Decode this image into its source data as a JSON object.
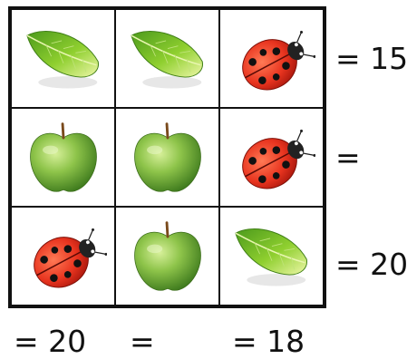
{
  "grid": {
    "cells": [
      [
        "leaf-icon",
        "leaf-icon",
        "ladybug-icon"
      ],
      [
        "apple-icon",
        "apple-icon",
        "ladybug-icon"
      ],
      [
        "ladybug-icon",
        "apple-icon",
        "leaf-icon"
      ]
    ]
  },
  "row_sums": [
    "= 15",
    "=",
    "= 20"
  ],
  "col_sums": [
    "= 20",
    "=",
    "= 18"
  ],
  "colors": {
    "leaf": "#8fcf2f",
    "apple": "#8ec44a",
    "ladybug": "#e8341f",
    "grid_line": "#111111"
  }
}
